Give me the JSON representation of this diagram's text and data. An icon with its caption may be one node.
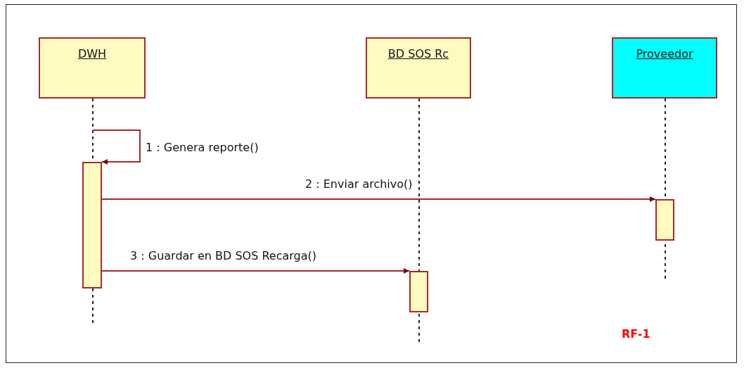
{
  "diagram": {
    "nodes": [
      {
        "text": [
          "DWH"
        ]
      },
      {
        "text": [
          "BD SOS Rc"
        ]
      },
      {
        "text": [
          "Proveedor"
        ]
      },
      {
        "text": [],
        "shape": "bar"
      },
      {
        "text": [],
        "shape": "bar"
      },
      {
        "text": [],
        "shape": "bar"
      }
    ],
    "edges": [
      {
        "from": null,
        "to": 3,
        "arrow": "to",
        "label": "1 : Genera reporte()"
      },
      {
        "from": 3,
        "to": 4,
        "arrow": "to",
        "label": "2 : Enviar archivo()"
      },
      {
        "from": 3,
        "to": 5,
        "arrow": "to",
        "label": "3 : Guardar en BD SOS Recarga()"
      }
    ],
    "labels": [
      "RF-1"
    ]
  }
}
